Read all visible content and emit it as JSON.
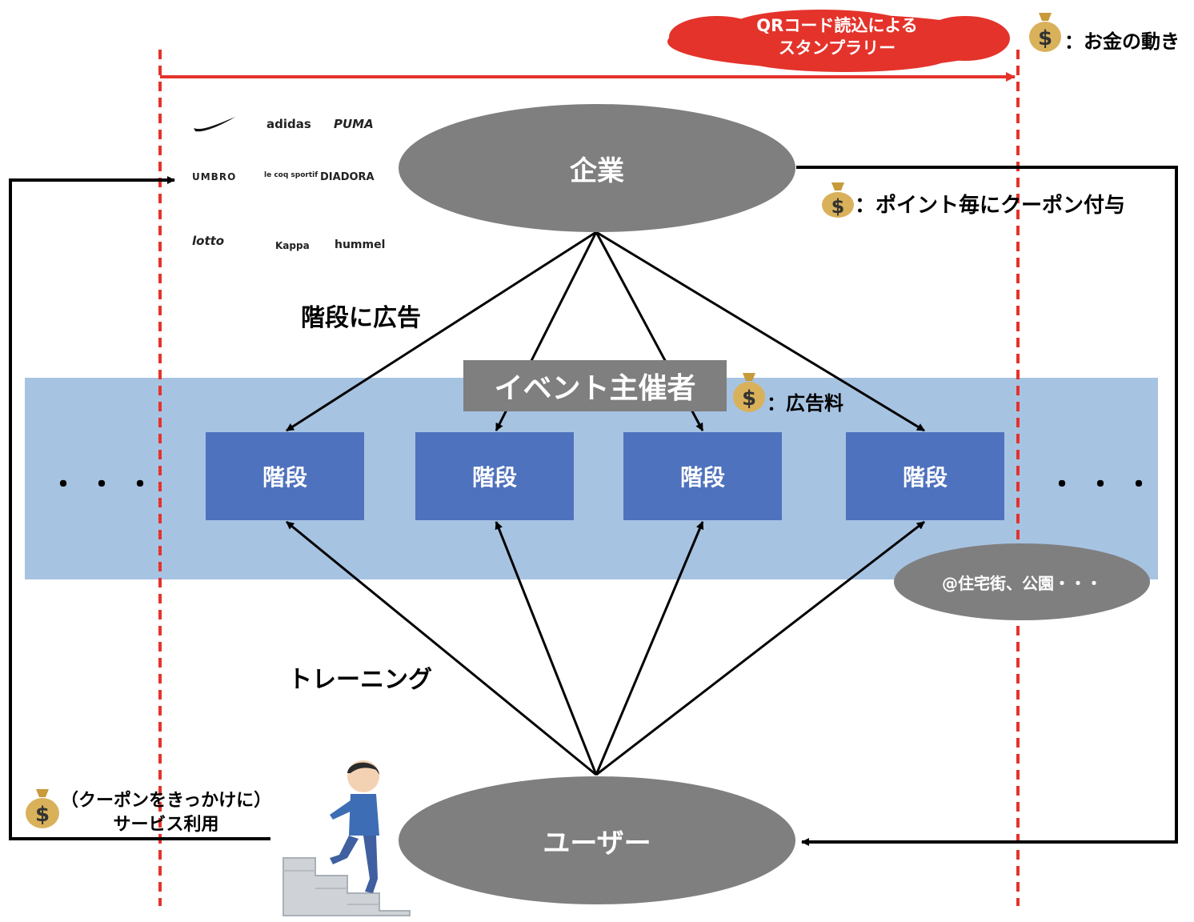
{
  "cloud": {
    "line1": "QRコード読込による",
    "line2": "スタンプラリー"
  },
  "legend": {
    "text": "：お金の動き",
    "icon": "money-bag-icon"
  },
  "company": {
    "label": "企業"
  },
  "user": {
    "label": "ユーザー"
  },
  "organizer": {
    "label": "イベント主催者"
  },
  "stairs": {
    "labels": [
      "階段",
      "階段",
      "階段",
      "階段"
    ]
  },
  "ellipsis": {
    "left": "・・・",
    "right": "・・・"
  },
  "location": {
    "label": "@住宅街、公園・・・"
  },
  "labels": {
    "advert": "階段に広告",
    "training": "トレーニング",
    "ad_fee": "：広告料",
    "coupon": "：ポイント毎にクーポン付与",
    "service_line1": "（クーポンをきっかけに）",
    "service_line2": "サービス利用"
  },
  "brands": [
    "adidas",
    "PUMA",
    "UMBRO",
    "le coq sportif",
    "DIADORA",
    "lotto",
    "Kappa",
    "hummel"
  ],
  "colors": {
    "band": "#a7c3e2",
    "stair": "#4f72be",
    "ellipse": "#7f7f7f",
    "organizer": "#7f7f7f",
    "cloud": "#e4332b",
    "red_line": "#e4332b"
  }
}
